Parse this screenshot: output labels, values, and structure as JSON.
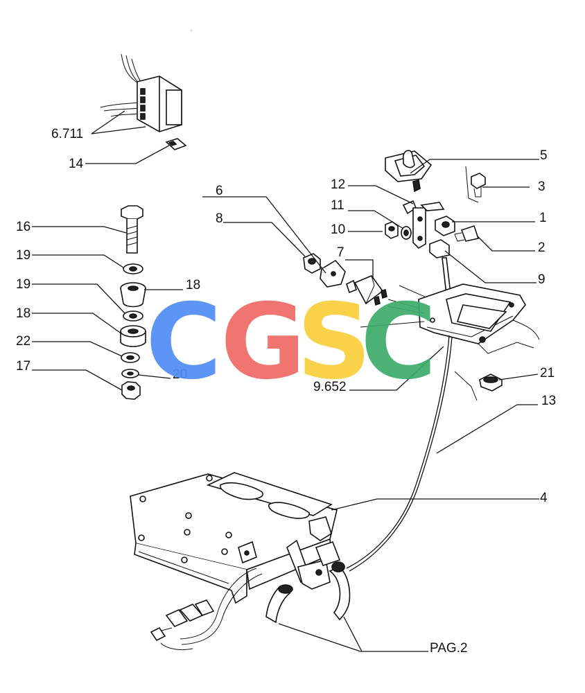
{
  "watermark": {
    "letters": [
      "C",
      "G",
      "S",
      "C"
    ],
    "colors": [
      "#4f8df5",
      "#ef6a64",
      "#f9cf3b",
      "#3cab6a"
    ]
  },
  "callouts": {
    "c6711": "6.711",
    "c14": "14",
    "c16": "16",
    "c19a": "19",
    "c18a": "18",
    "c19b": "19",
    "c18b": "18",
    "c22": "22",
    "c17": "17",
    "c20": "20",
    "c6": "6",
    "c8": "8",
    "c12": "12",
    "c11": "11",
    "c10": "10",
    "c7": "7",
    "c5": "5",
    "c3": "3",
    "c1": "1",
    "c2": "2",
    "c9": "9",
    "c9652": "9.652",
    "c21": "21",
    "c13": "13",
    "c4": "4",
    "pag2": "PAG.2"
  }
}
